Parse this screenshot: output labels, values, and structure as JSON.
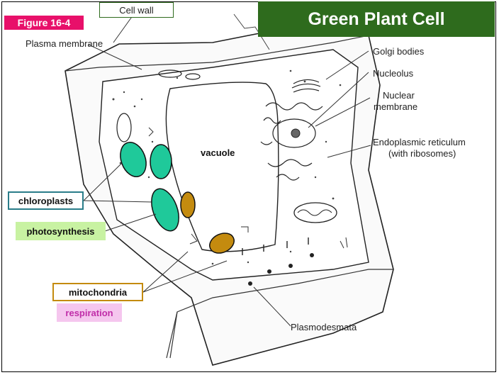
{
  "figure_label": "Figure 16-4",
  "title": "Green Plant Cell",
  "labels": {
    "cell_wall": "Cell wall",
    "plasma_membrane": "Plasma membrane",
    "golgi": "Golgi bodies",
    "nucleolus": "Nucleolus",
    "nuclear_membrane_1": "Nuclear",
    "nuclear_membrane_2": "membrane",
    "er_1": "Endoplasmic reticulum",
    "er_2": "(with ribosomes)",
    "plasmodesmata": "Plasmodesmata",
    "vacuole": "vacuole",
    "chloroplasts": "chloroplasts",
    "photosynthesis": "photosynthesis",
    "mitochondria": "mitochondria",
    "respiration": "respiration"
  },
  "colors": {
    "figure_badge": "#e8106a",
    "title_bg": "#2e6b1d",
    "chloroplast": "#1fc99a",
    "mitochondrion": "#c48b0f",
    "photosynthesis_bg": "#c8f2a2",
    "respiration_bg": "#f5c6ee"
  }
}
